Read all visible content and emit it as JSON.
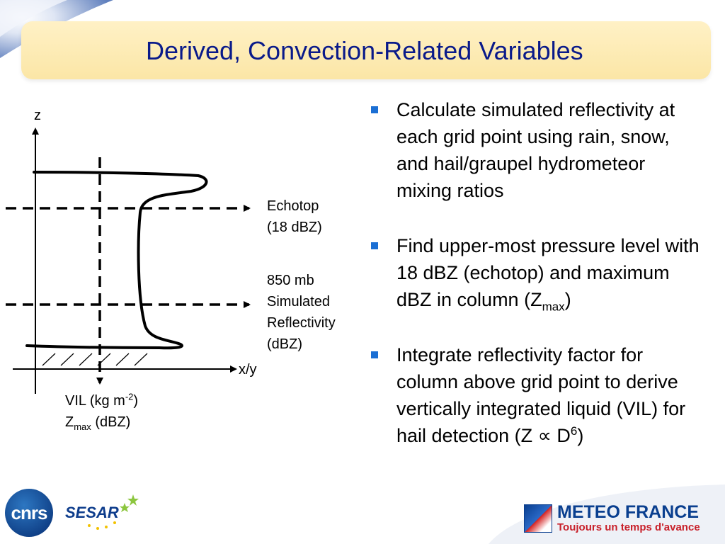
{
  "slide": {
    "title": "Derived, Convection-Related Variables"
  },
  "diagram": {
    "axis_z_label": "z",
    "axis_xy_label": "x/y",
    "echotop_label_line1": "Echotop",
    "echotop_label_line2": "(18 dBZ)",
    "sim_label_line1": "850 mb",
    "sim_label_line2": "Simulated",
    "sim_label_line3": "Reflectivity",
    "sim_label_line4": "(dBZ)",
    "vil_label_base": "VIL (kg m",
    "vil_label_sup": "-2",
    "vil_label_end": ")",
    "zmax_label_base": "Z",
    "zmax_label_sub": "max",
    "zmax_label_end": " (dBZ)"
  },
  "bullets": {
    "b1": "Calculate simulated reflectivity at each grid point using rain, snow, and hail/graupel hydrometeor mixing ratios",
    "b2_text": "Find upper-most pressure level with 18 dBZ (echotop) and maximum dBZ in column (Z",
    "b2_sub": "max",
    "b2_end": ")",
    "b3_text": "Integrate reflectivity factor for column above grid point to derive vertically integrated liquid (VIL) for hail detection (Z ∝ D",
    "b3_sup": "6",
    "b3_end": ")"
  },
  "logos": {
    "cnrs": "cnrs",
    "sesar": "SESAR",
    "meteo_name": "METEO FRANCE",
    "meteo_tagline": "Toujours un temps d'avance"
  },
  "colors": {
    "title": "#0a1a8a",
    "bullet": "#1b6fd4",
    "title_bar": "#fbe6a6"
  }
}
